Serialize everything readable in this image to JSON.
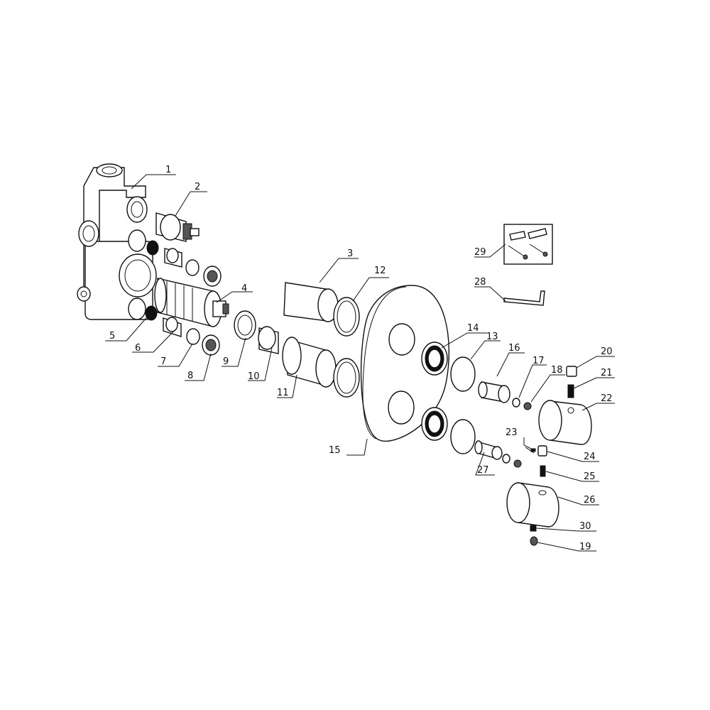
{
  "diagram": {
    "labels": {
      "p1": "1",
      "p2": "2",
      "p3": "3",
      "p4": "4",
      "p5": "5",
      "p6": "6",
      "p7": "7",
      "p8": "8",
      "p9": "9",
      "p10": "10",
      "p11": "11",
      "p12": "12",
      "p13": "13",
      "p14": "14",
      "p15": "15",
      "p16": "16",
      "p17": "17",
      "p18": "18",
      "p19": "19",
      "p20": "20",
      "p21": "21",
      "p22": "22",
      "p23": "23",
      "p24": "24",
      "p25": "25",
      "p26": "26",
      "p27": "27",
      "p28": "28",
      "p29": "29",
      "p30": "30"
    }
  }
}
